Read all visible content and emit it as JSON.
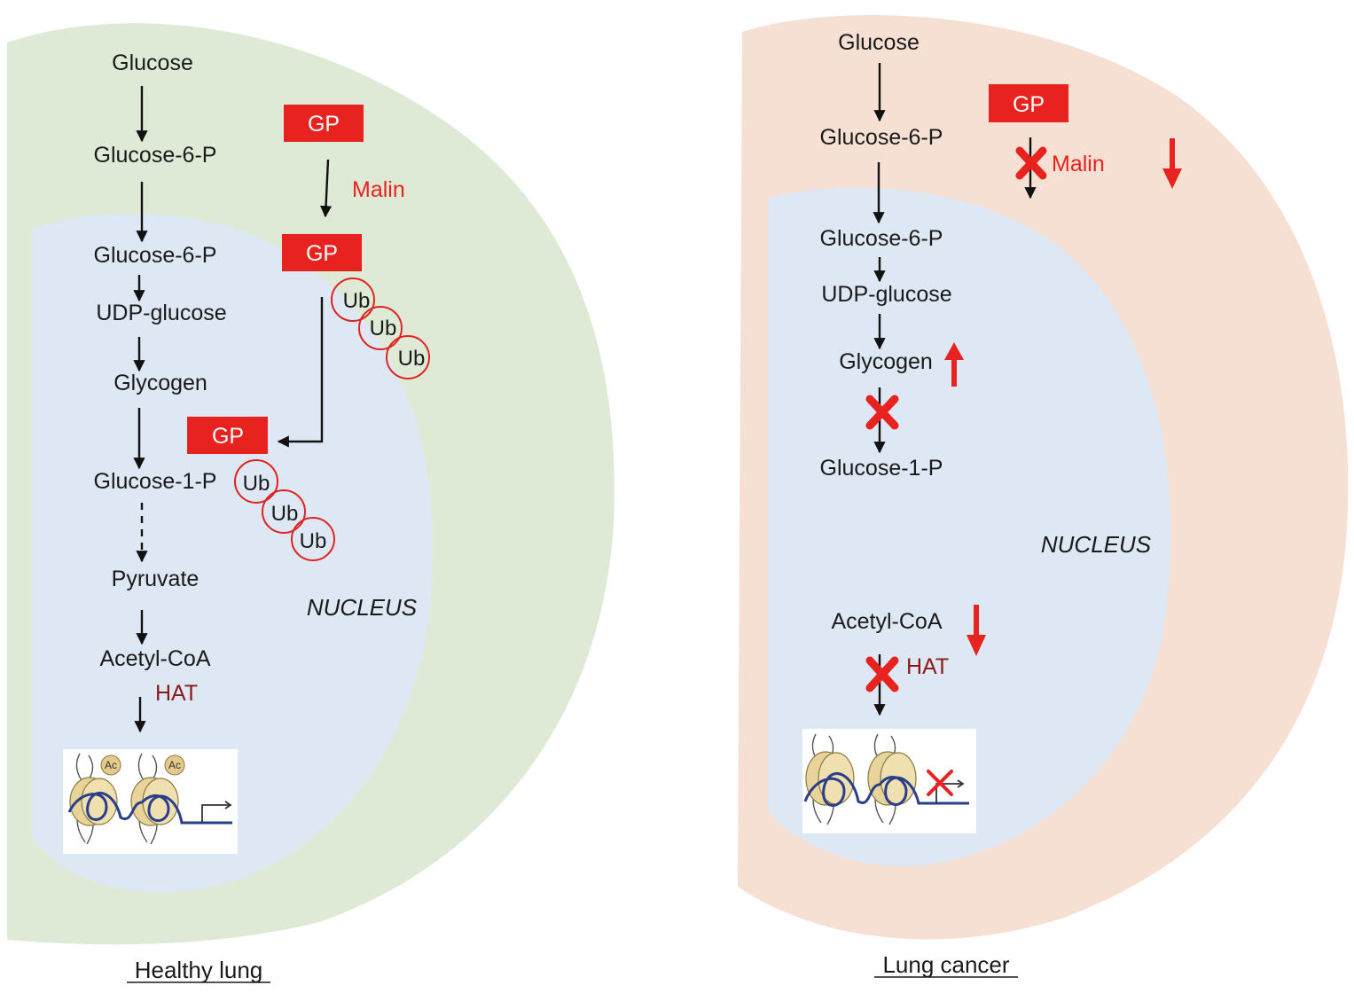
{
  "healthy": {
    "caption": "Healthy lung",
    "nucleus_label": "NUCLEUS",
    "pathway": {
      "glucose": "Glucose",
      "g6p_cyto": "Glucose-6-P",
      "g6p_nuc": "Glucose-6-P",
      "udp": "UDP-glucose",
      "glycogen": "Glycogen",
      "g1p": "Glucose-1-P",
      "pyruvate": "Pyruvate",
      "acetyl": "Acetyl-CoA",
      "hat": "HAT"
    },
    "gp_label": "GP",
    "malin": "Malin",
    "ub": "Ub",
    "ac": "Ac"
  },
  "cancer": {
    "caption": "Lung cancer",
    "nucleus_label": "NUCLEUS",
    "pathway": {
      "glucose": "Glucose",
      "g6p_cyto": "Glucose-6-P",
      "g6p_nuc": "Glucose-6-P",
      "udp": "UDP-glucose",
      "glycogen": "Glycogen",
      "g1p": "Glucose-1-P",
      "acetyl": "Acetyl-CoA",
      "hat": "HAT"
    },
    "gp_label": "GP",
    "malin": "Malin"
  },
  "colors": {
    "healthy_cell": "#dfead6",
    "cancer_cell": "#f6e0d3",
    "nucleus": "#dde8f4",
    "red": "#e8231f"
  },
  "icons": [
    "arrow-down-icon",
    "red-down-arrow-icon",
    "red-up-arrow-icon",
    "red-x-icon",
    "nucleosome-icon",
    "transcription-arrow-icon"
  ]
}
